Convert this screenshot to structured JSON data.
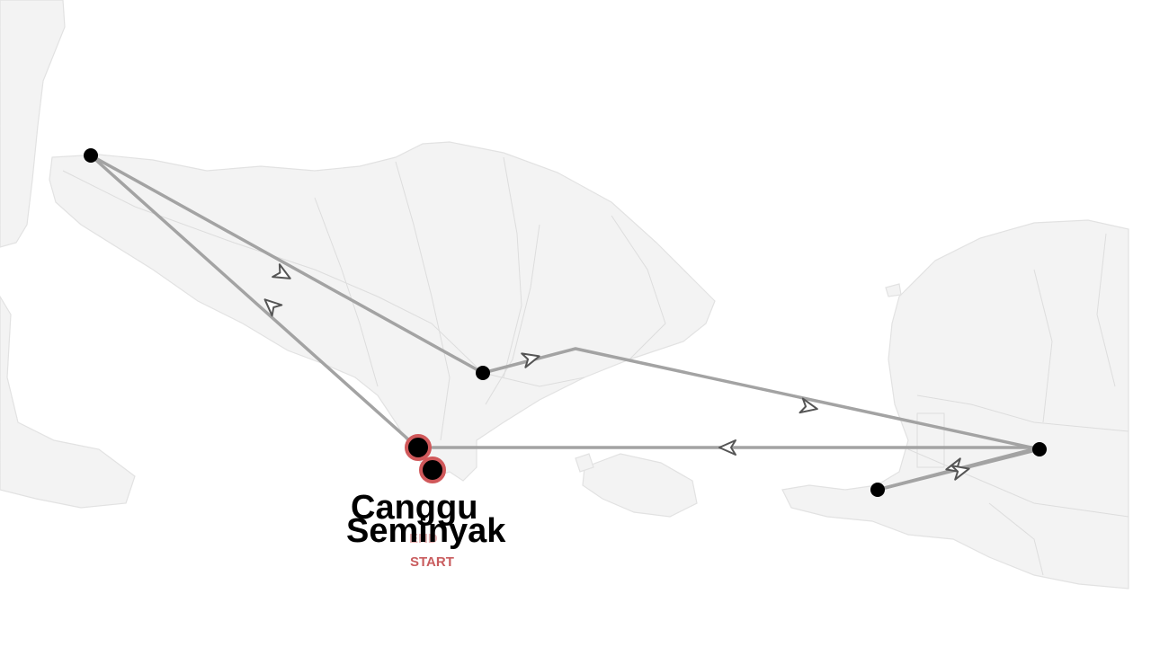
{
  "map": {
    "places": [
      {
        "id": "canggu",
        "label": "Canggu"
      },
      {
        "id": "seminyak",
        "label": "Seminyak"
      }
    ],
    "tags": {
      "start": "START",
      "end": "END"
    },
    "colors": {
      "land": "#f3f3f3",
      "route": "#a3a3a3",
      "stop": "#000000",
      "highlight_ring": "#d0585a",
      "tag_text": "#c95c5e"
    }
  }
}
